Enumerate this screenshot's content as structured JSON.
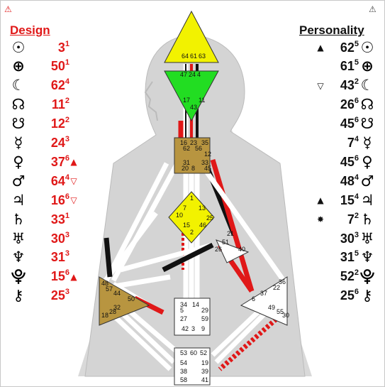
{
  "headers": {
    "design": "Design",
    "personality": "Personality"
  },
  "design": [
    {
      "planet": "sun-icon",
      "glyph": "☉",
      "gate": "3",
      "line": "1",
      "arrow": ""
    },
    {
      "planet": "earth-icon",
      "glyph": "⊕",
      "gate": "50",
      "line": "1",
      "arrow": ""
    },
    {
      "planet": "moon-icon",
      "glyph": "☾",
      "gate": "62",
      "line": "4",
      "arrow": ""
    },
    {
      "planet": "north-node-icon",
      "glyph": "☊",
      "gate": "11",
      "line": "2",
      "arrow": ""
    },
    {
      "planet": "south-node-icon",
      "glyph": "☋",
      "gate": "12",
      "line": "2",
      "arrow": ""
    },
    {
      "planet": "mercury-icon",
      "glyph": "☿",
      "gate": "24",
      "line": "3",
      "arrow": ""
    },
    {
      "planet": "venus-icon",
      "glyph": "♀",
      "gate": "37",
      "line": "6",
      "arrow": "▲"
    },
    {
      "planet": "mars-icon",
      "glyph": "♂",
      "gate": "64",
      "line": "4",
      "arrow": "▽"
    },
    {
      "planet": "jupiter-icon",
      "glyph": "♃",
      "gate": "16",
      "line": "6",
      "arrow": "▽"
    },
    {
      "planet": "saturn-icon",
      "glyph": "♄",
      "gate": "33",
      "line": "1",
      "arrow": ""
    },
    {
      "planet": "uranus-icon",
      "glyph": "♅",
      "gate": "30",
      "line": "3",
      "arrow": ""
    },
    {
      "planet": "neptune-icon",
      "glyph": "♆",
      "gate": "31",
      "line": "3",
      "arrow": ""
    },
    {
      "planet": "pluto-icon",
      "glyph": "⯓",
      "gate": "15",
      "line": "6",
      "arrow": "▲"
    },
    {
      "planet": "chiron-icon",
      "glyph": "⚷",
      "gate": "25",
      "line": "3",
      "arrow": ""
    }
  ],
  "personality": [
    {
      "planet": "sun-icon",
      "glyph": "☉",
      "gate": "62",
      "line": "5",
      "arrow": "▲"
    },
    {
      "planet": "earth-icon",
      "glyph": "⊕",
      "gate": "61",
      "line": "5",
      "arrow": ""
    },
    {
      "planet": "moon-icon",
      "glyph": "☾",
      "gate": "43",
      "line": "2",
      "arrow": "▽"
    },
    {
      "planet": "north-node-icon",
      "glyph": "☊",
      "gate": "26",
      "line": "6",
      "arrow": ""
    },
    {
      "planet": "south-node-icon",
      "glyph": "☋",
      "gate": "45",
      "line": "6",
      "arrow": ""
    },
    {
      "planet": "mercury-icon",
      "glyph": "☿",
      "gate": "7",
      "line": "4",
      "arrow": ""
    },
    {
      "planet": "venus-icon",
      "glyph": "♀",
      "gate": "45",
      "line": "6",
      "arrow": ""
    },
    {
      "planet": "mars-icon",
      "glyph": "♂",
      "gate": "48",
      "line": "4",
      "arrow": ""
    },
    {
      "planet": "jupiter-icon",
      "glyph": "♃",
      "gate": "15",
      "line": "4",
      "arrow": "▲"
    },
    {
      "planet": "saturn-icon",
      "glyph": "♄",
      "gate": "7",
      "line": "2",
      "arrow": "✸"
    },
    {
      "planet": "uranus-icon",
      "glyph": "♅",
      "gate": "30",
      "line": "3",
      "arrow": ""
    },
    {
      "planet": "neptune-icon",
      "glyph": "♆",
      "gate": "31",
      "line": "5",
      "arrow": ""
    },
    {
      "planet": "pluto-icon",
      "glyph": "⯓",
      "gate": "52",
      "line": "2",
      "arrow": ""
    },
    {
      "planet": "chiron-icon",
      "glyph": "⚷",
      "gate": "25",
      "line": "6",
      "arrow": ""
    }
  ],
  "centers": {
    "head": {
      "color": "#f2f200",
      "gates": [
        "64",
        "61",
        "63"
      ]
    },
    "ajna": {
      "color": "#22dd22",
      "gates": [
        "47",
        "24",
        "4",
        "17",
        "43",
        "11"
      ]
    },
    "throat": {
      "color": "#b89540",
      "gates": [
        "16",
        "23",
        "35",
        "62",
        "56",
        "12",
        "31",
        "33",
        "20",
        "8",
        "45"
      ]
    },
    "g": {
      "color": "#f2f200",
      "gates": [
        "1",
        "7",
        "13",
        "10",
        "25",
        "15",
        "46",
        "2"
      ]
    },
    "ego": {
      "color": "#ffffff",
      "gates": [
        "21",
        "51",
        "26",
        "40"
      ]
    },
    "spleen": {
      "color": "#b89540",
      "gates": [
        "48",
        "57",
        "44",
        "50",
        "32",
        "28",
        "18"
      ]
    },
    "solar": {
      "color": "#ffffff",
      "gates": [
        "36",
        "22",
        "37",
        "6",
        "49",
        "55",
        "30"
      ]
    },
    "sacral": {
      "color": "#ffffff",
      "gates": [
        "34",
        "14",
        "5",
        "29",
        "27",
        "59",
        "42",
        "3",
        "9"
      ]
    },
    "root": {
      "color": "#ffffff",
      "gates": [
        "53",
        "60",
        "52",
        "54",
        "19",
        "38",
        "39",
        "58",
        "41"
      ]
    }
  }
}
